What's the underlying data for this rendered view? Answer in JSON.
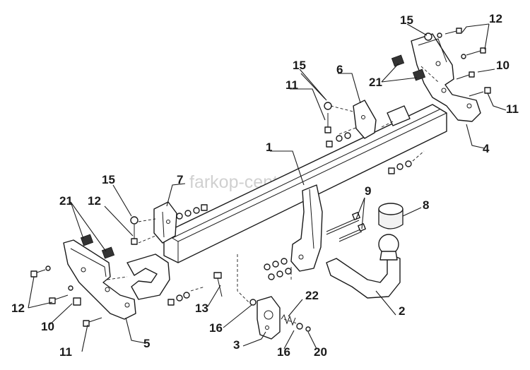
{
  "watermark": "farkop-center.ru",
  "callouts": [
    {
      "id": "lbl-1",
      "text": "1"
    },
    {
      "id": "lbl-2",
      "text": "2"
    },
    {
      "id": "lbl-3",
      "text": "3"
    },
    {
      "id": "lbl-4",
      "text": "4"
    },
    {
      "id": "lbl-5",
      "text": "5"
    },
    {
      "id": "lbl-6",
      "text": "6"
    },
    {
      "id": "lbl-7",
      "text": "7"
    },
    {
      "id": "lbl-8",
      "text": "8"
    },
    {
      "id": "lbl-9",
      "text": "9"
    },
    {
      "id": "lbl-10a",
      "text": "10"
    },
    {
      "id": "lbl-10b",
      "text": "10"
    },
    {
      "id": "lbl-11a",
      "text": "11"
    },
    {
      "id": "lbl-11b",
      "text": "11"
    },
    {
      "id": "lbl-11c",
      "text": "11"
    },
    {
      "id": "lbl-12a",
      "text": "12"
    },
    {
      "id": "lbl-12b",
      "text": "12"
    },
    {
      "id": "lbl-12c",
      "text": "12"
    },
    {
      "id": "lbl-13",
      "text": "13"
    },
    {
      "id": "lbl-15a",
      "text": "15"
    },
    {
      "id": "lbl-15b",
      "text": "15"
    },
    {
      "id": "lbl-15c",
      "text": "15"
    },
    {
      "id": "lbl-16a",
      "text": "16"
    },
    {
      "id": "lbl-16b",
      "text": "16"
    },
    {
      "id": "lbl-20",
      "text": "20"
    },
    {
      "id": "lbl-21a",
      "text": "21"
    },
    {
      "id": "lbl-21b",
      "text": "21"
    },
    {
      "id": "lbl-22",
      "text": "22"
    }
  ]
}
